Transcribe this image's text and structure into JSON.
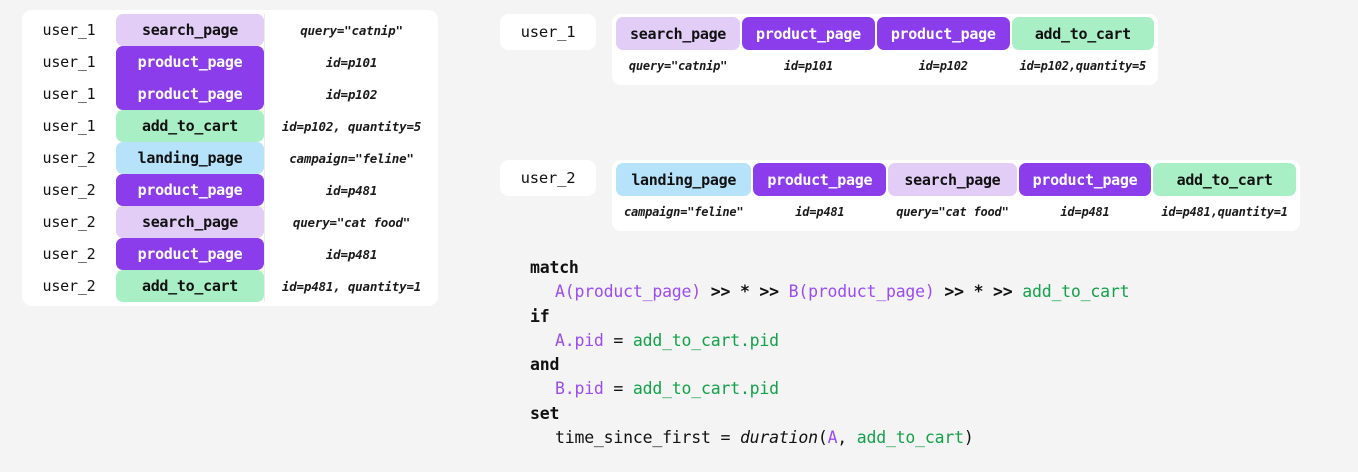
{
  "palette": {
    "background": "#f4f4f4",
    "card": "#ffffff",
    "search_page": "#e2cdf7",
    "product_page": "#8b3ceb",
    "add_to_cart": "#a9efc6",
    "landing_page": "#b6e3fa",
    "keyword": "#111111",
    "variable": "#9b4cf2",
    "event": "#13a14a"
  },
  "event_table": {
    "rows": [
      {
        "user": "user_1",
        "event": "search_page",
        "kind": "search",
        "attrs": "query=\"catnip\""
      },
      {
        "user": "user_1",
        "event": "product_page",
        "kind": "product",
        "attrs": "id=p101"
      },
      {
        "user": "user_1",
        "event": "product_page",
        "kind": "product",
        "attrs": "id=p102"
      },
      {
        "user": "user_1",
        "event": "add_to_cart",
        "kind": "cart",
        "attrs": "id=p102, quantity=5"
      },
      {
        "user": "user_2",
        "event": "landing_page",
        "kind": "landing",
        "attrs": "campaign=\"feline\""
      },
      {
        "user": "user_2",
        "event": "product_page",
        "kind": "product",
        "attrs": "id=p481"
      },
      {
        "user": "user_2",
        "event": "search_page",
        "kind": "search",
        "attrs": "query=\"cat food\""
      },
      {
        "user": "user_2",
        "event": "product_page",
        "kind": "product",
        "attrs": "id=p481"
      },
      {
        "user": "user_2",
        "event": "add_to_cart",
        "kind": "cart",
        "attrs": "id=p481, quantity=1"
      }
    ]
  },
  "sequences": [
    {
      "user": "user_1",
      "steps": [
        {
          "event": "search_page",
          "kind": "search",
          "attrs": "query=\"catnip\""
        },
        {
          "event": "product_page",
          "kind": "product",
          "attrs": "id=p101"
        },
        {
          "event": "product_page",
          "kind": "product",
          "attrs": "id=p102"
        },
        {
          "event": "add_to_cart",
          "kind": "cart",
          "attrs": "id=p102,quantity=5"
        }
      ]
    },
    {
      "user": "user_2",
      "steps": [
        {
          "event": "landing_page",
          "kind": "landing",
          "attrs": "campaign=\"feline\""
        },
        {
          "event": "product_page",
          "kind": "product",
          "attrs": "id=p481"
        },
        {
          "event": "search_page",
          "kind": "search",
          "attrs": "query=\"cat food\""
        },
        {
          "event": "product_page",
          "kind": "product",
          "attrs": "id=p481"
        },
        {
          "event": "add_to_cart",
          "kind": "cart",
          "attrs": "id=p481,quantity=1"
        }
      ]
    }
  ],
  "query": {
    "lines": [
      {
        "indent": 0,
        "tokens": [
          {
            "t": "match",
            "c": "kw"
          }
        ]
      },
      {
        "indent": 1,
        "tokens": [
          {
            "t": "A(product_page)",
            "c": "var"
          },
          {
            "t": " ",
            "c": "plain"
          },
          {
            "t": ">>",
            "c": "op"
          },
          {
            "t": " ",
            "c": "plain"
          },
          {
            "t": "*",
            "c": "op"
          },
          {
            "t": " ",
            "c": "plain"
          },
          {
            "t": ">>",
            "c": "op"
          },
          {
            "t": " ",
            "c": "plain"
          },
          {
            "t": "B(product_page)",
            "c": "var"
          },
          {
            "t": " ",
            "c": "plain"
          },
          {
            "t": ">>",
            "c": "op"
          },
          {
            "t": " ",
            "c": "plain"
          },
          {
            "t": "*",
            "c": "op"
          },
          {
            "t": " ",
            "c": "plain"
          },
          {
            "t": ">>",
            "c": "op"
          },
          {
            "t": " ",
            "c": "plain"
          },
          {
            "t": "add_to_cart",
            "c": "ev"
          }
        ]
      },
      {
        "indent": 0,
        "tokens": [
          {
            "t": "if",
            "c": "kw"
          }
        ]
      },
      {
        "indent": 1,
        "tokens": [
          {
            "t": "A.pid",
            "c": "var"
          },
          {
            "t": " = ",
            "c": "plain"
          },
          {
            "t": "add_to_cart.pid",
            "c": "ev"
          }
        ]
      },
      {
        "indent": 0,
        "tokens": [
          {
            "t": "and",
            "c": "kw"
          }
        ]
      },
      {
        "indent": 1,
        "tokens": [
          {
            "t": "B.pid",
            "c": "var"
          },
          {
            "t": " = ",
            "c": "plain"
          },
          {
            "t": "add_to_cart.pid",
            "c": "ev"
          }
        ]
      },
      {
        "indent": 0,
        "tokens": [
          {
            "t": "set",
            "c": "kw"
          }
        ]
      },
      {
        "indent": 1,
        "tokens": [
          {
            "t": "time_since_first = ",
            "c": "plain"
          },
          {
            "t": "duration",
            "c": "fn"
          },
          {
            "t": "(",
            "c": "plain"
          },
          {
            "t": "A",
            "c": "var"
          },
          {
            "t": ", ",
            "c": "plain"
          },
          {
            "t": "add_to_cart",
            "c": "ev"
          },
          {
            "t": ")",
            "c": "plain"
          }
        ]
      }
    ]
  }
}
